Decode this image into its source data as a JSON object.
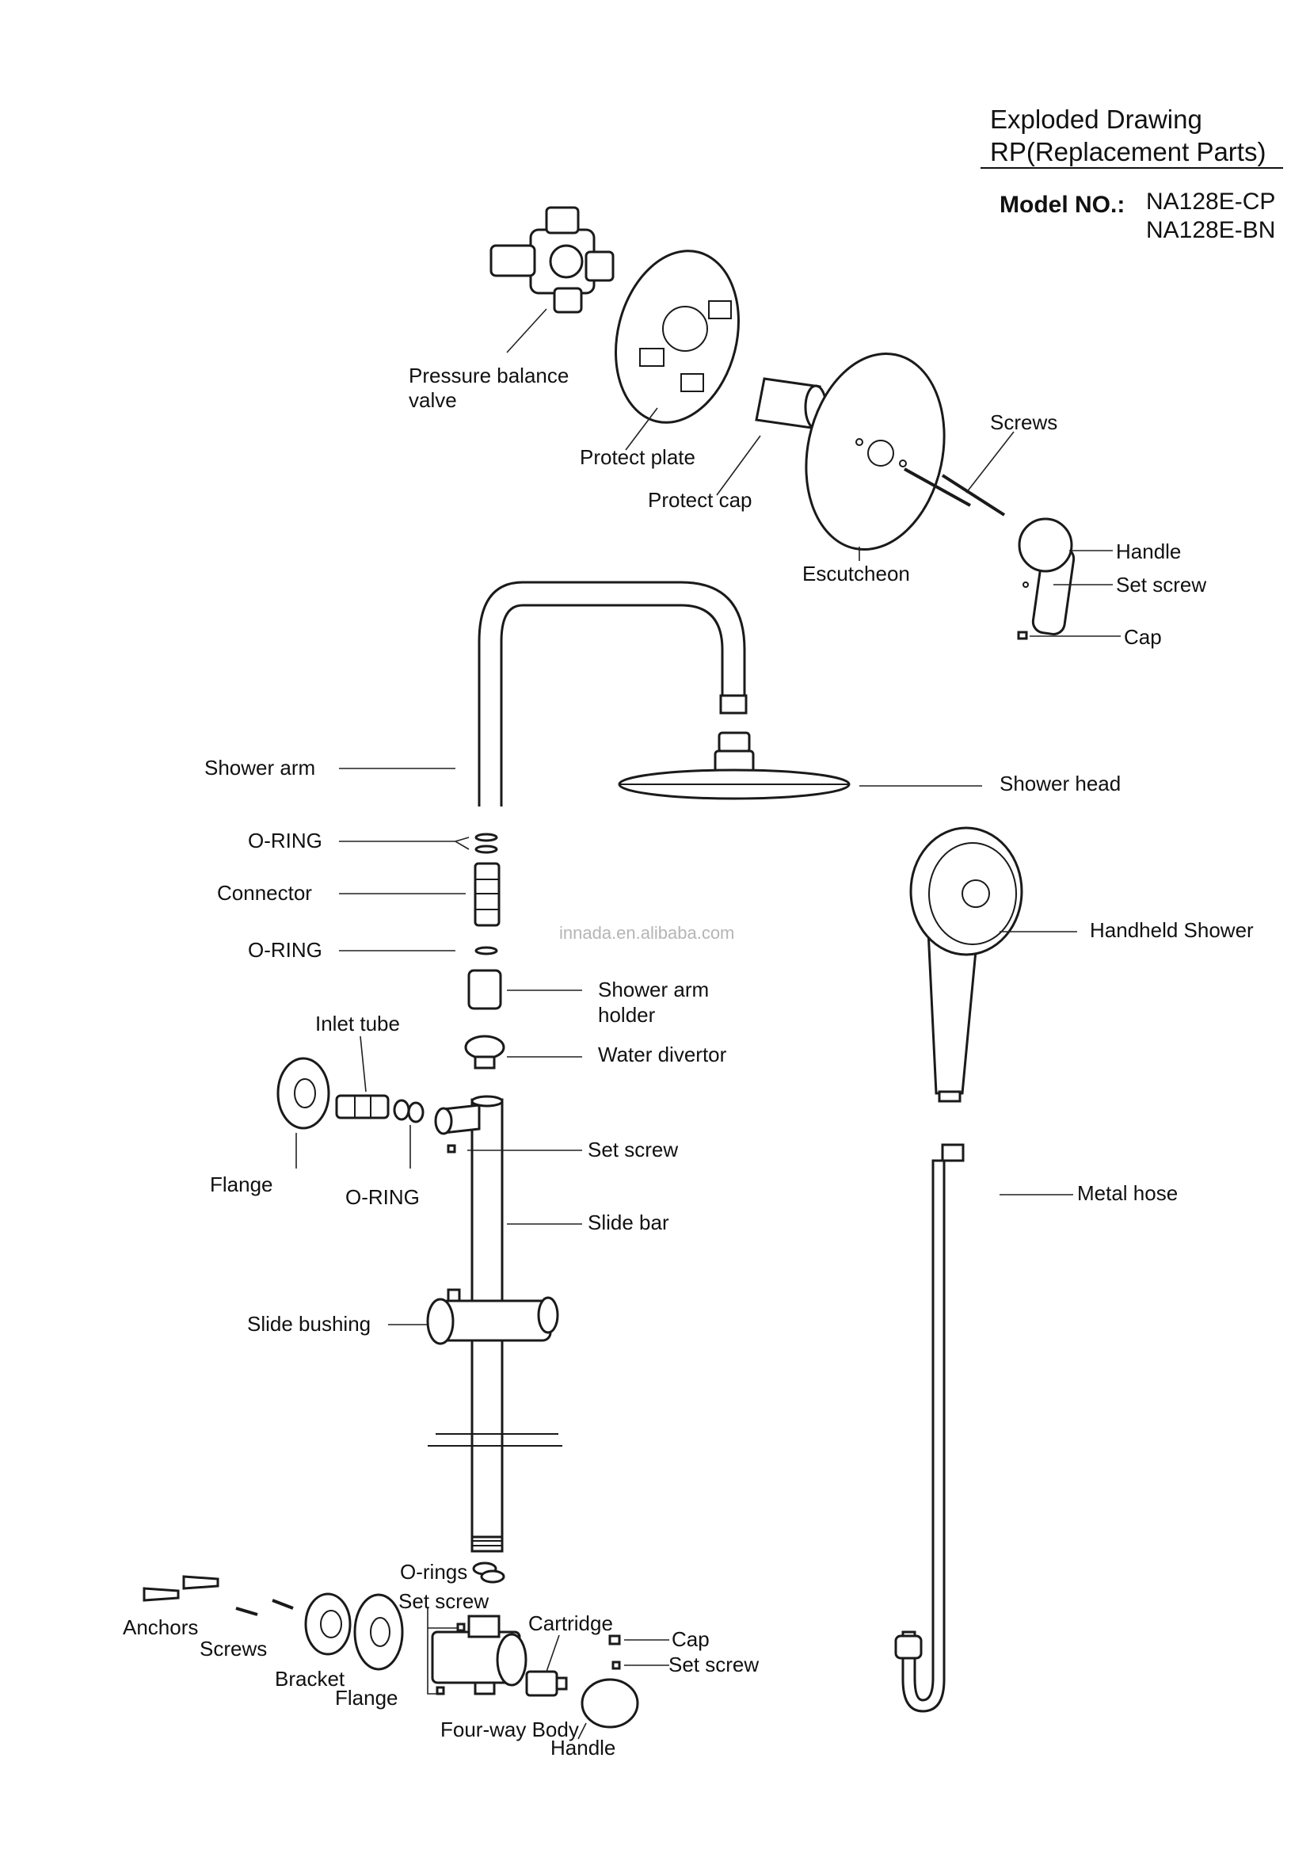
{
  "header": {
    "title_line1": "Exploded Drawing",
    "title_line2": "RP(Replacement Parts)",
    "model_label": "Model NO.:",
    "model_1": "NA128E-CP",
    "model_2": "NA128E-BN"
  },
  "watermark": "innada.en.alibaba.com",
  "labels": {
    "pressure_balance_valve_1": "Pressure balance",
    "pressure_balance_valve_2": "valve",
    "protect_plate": "Protect plate",
    "protect_cap": "Protect cap",
    "screws_top": "Screws",
    "escutcheon": "Escutcheon",
    "handle_top": "Handle",
    "set_screw_top": "Set screw",
    "cap_top": "Cap",
    "shower_arm": "Shower arm",
    "shower_head": "Shower head",
    "o_ring_1": "O-RING",
    "connector": "Connector",
    "o_ring_2": "O-RING",
    "handheld_shower": "Handheld Shower",
    "shower_arm_holder_1": "Shower arm",
    "shower_arm_holder_2": "holder",
    "inlet_tube": "Inlet tube",
    "water_divertor": "Water divertor",
    "flange_mid": "Flange",
    "o_ring_3": "O-RING",
    "set_screw_mid": "Set screw",
    "slide_bar": "Slide bar",
    "metal_hose": "Metal hose",
    "slide_bushing": "Slide bushing",
    "o_rings": "O-rings",
    "set_screw_low": "Set screw",
    "cartridge": "Cartridge",
    "cap_low": "Cap",
    "set_screw_low_right": "Set screw",
    "anchors": "Anchors",
    "screws_low": "Screws",
    "bracket": "Bracket",
    "flange_low": "Flange",
    "four_way_body": "Four-way Body",
    "handle_low": "Handle"
  }
}
